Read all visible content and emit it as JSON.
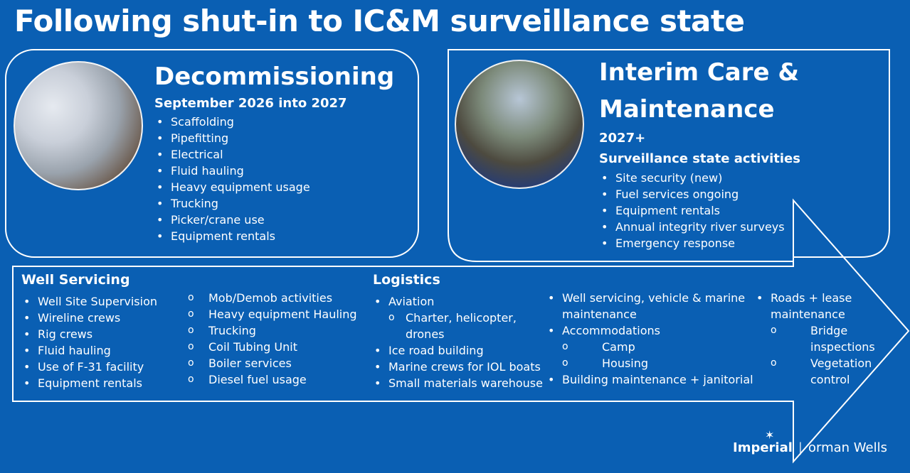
{
  "title": "Following shut-in to IC&M surveillance state",
  "decommissioning": {
    "heading": "Decommissioning",
    "dates": "September 2026 into 2027",
    "items": [
      "Scaffolding",
      "Pipefitting",
      "Electrical",
      "Fluid hauling",
      "Heavy equipment usage",
      "Trucking",
      "Picker/crane use",
      "Equipment rentals"
    ]
  },
  "icm": {
    "heading_line1": "Interim Care &",
    "heading_line2": "Maintenance",
    "year": "2027+",
    "subheading": "Surveillance state activities",
    "items": [
      "Site security (new)",
      "Fuel services ongoing",
      "Equipment rentals",
      "Annual integrity river surveys",
      "Emergency response"
    ]
  },
  "well_servicing": {
    "heading": "Well Servicing",
    "col1": [
      "Well Site Supervision",
      "Wireline crews",
      "Rig crews",
      "Fluid hauling",
      "Use of F-31 facility",
      "Equipment rentals"
    ],
    "col2": [
      "Mob/Demob activities",
      "Heavy equipment Hauling",
      "Trucking",
      "Coil Tubing Unit",
      "Boiler services",
      "Diesel fuel usage"
    ]
  },
  "logistics": {
    "heading": "Logistics",
    "aviation": "Aviation",
    "aviation_sub_line1": "Charter, helicopter,",
    "aviation_sub_line2": "drones",
    "items": [
      "Ice road building",
      "Marine crews for IOL boats",
      "Small materials warehouse"
    ],
    "col2_item1_line1": "Well servicing, vehicle & marine",
    "col2_item1_line2": "maintenance",
    "accommodations": "Accommodations",
    "camp": "Camp",
    "housing": "Housing",
    "building": "Building maintenance + janitorial",
    "roads_line1": "Roads + lease",
    "roads_line2": "maintenance",
    "bridge_line1": "Bridge",
    "bridge_line2": "inspections",
    "veg_line1": "Vegetation",
    "veg_line2": "control"
  },
  "logo": {
    "brand": "Imperial",
    "site": "orman Wells"
  },
  "colors": {
    "background": "#0a5fb3",
    "line": "#ffffff"
  }
}
